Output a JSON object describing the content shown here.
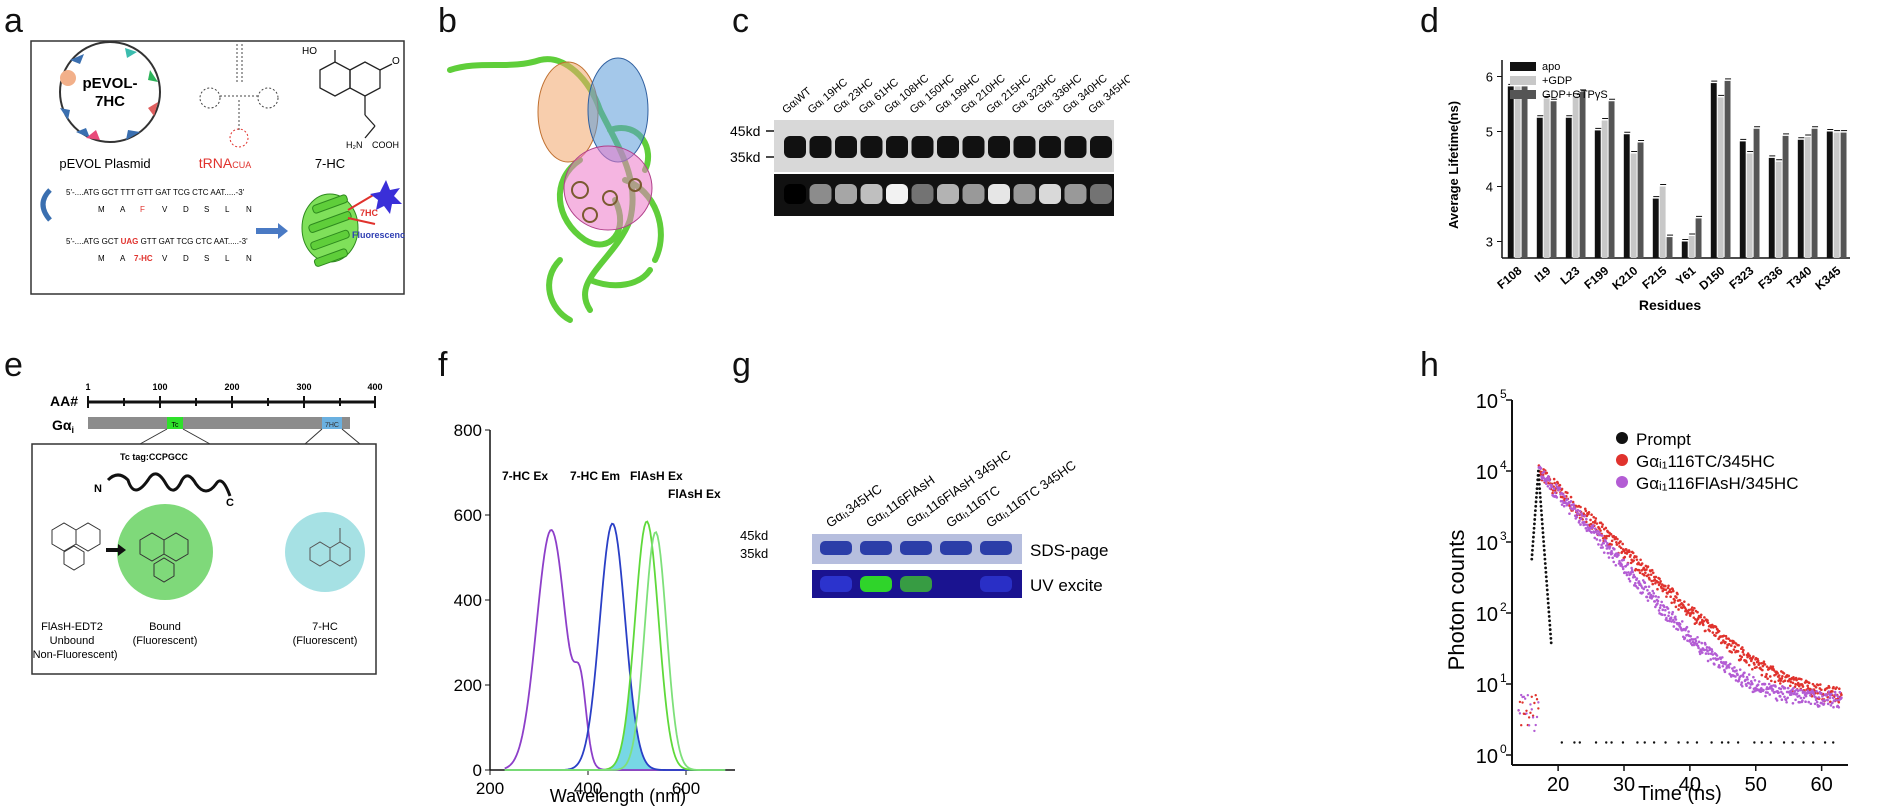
{
  "panels": {
    "a": {
      "label": "a",
      "plasmid_name": "pEVOL-\n7HC",
      "plasmid_caption": "pEVOL Plasmid",
      "trna_caption": "tRNA",
      "trna_subscript": "CUA",
      "molecule_caption": "7-HC",
      "seq1": "5'-....ATG GCT TTT GTT GAT TCG CTC AAT.....-3'",
      "aa1": [
        "M",
        "A",
        "F",
        "V",
        "D",
        "S",
        "L",
        "N"
      ],
      "seq2_prefix": "5'-....ATG GCT ",
      "seq2_uag": "UAG",
      "seq2_suffix": " GTT GAT TCG CTC AAT.....-3'",
      "aa2": [
        "M",
        "A",
        "7-HC",
        "V",
        "D",
        "S",
        "L",
        "N"
      ],
      "label_7hc": "7HC",
      "label_fluor": "Fluorescence",
      "colors": {
        "red": "#e0322d",
        "blue": "#2f3fb3",
        "protein": "#5fce3a"
      }
    },
    "b": {
      "label": "b"
    },
    "c": {
      "label": "c",
      "lanes": [
        "GαᵢWT",
        "Gαᵢ 19HC",
        "Gαᵢ 23HC",
        "Gαᵢ 61HC",
        "Gαᵢ 108HC",
        "Gαᵢ 150HC",
        "Gαᵢ 199HC",
        "Gαᵢ 210HC",
        "Gαᵢ 215HC",
        "Gαᵢ 323HC",
        "Gαᵢ 336HC",
        "Gαᵢ 340HC",
        "Gαᵢ 345HC"
      ],
      "markers": [
        "45kd",
        "35kd"
      ],
      "fluor_intensity": [
        0.0,
        0.55,
        0.65,
        0.75,
        0.95,
        0.45,
        0.7,
        0.6,
        0.9,
        0.6,
        0.85,
        0.6,
        0.45
      ]
    },
    "d": {
      "label": "d",
      "legend": [
        "apo",
        "+GDP",
        "GDP+GTPγS"
      ]
    },
    "e": {
      "label": "e",
      "ruler_label": "AA#",
      "ticks": [
        "1",
        "100",
        "200",
        "300",
        "400"
      ],
      "protein_label": "Gα",
      "protein_sub": "i",
      "tc_box": "Tc",
      "hc_box": "7HC",
      "tag_label": "Tc tag:CCPGCC",
      "n_label": "N",
      "c_label": "C",
      "caption_unbound": [
        "FlAsH-EDT2",
        "Unbound",
        ": Non-Fluorescent)"
      ],
      "caption_bound": [
        "Bound",
        "(Fluorescent)"
      ],
      "caption_7hc": [
        "7-HC",
        "(Fluorescent)"
      ]
    },
    "f": {
      "label": "f",
      "curve_labels": [
        "7-HC Ex",
        "7-HC Em",
        "FlAsH Ex",
        "FlAsH Ex"
      ]
    },
    "g": {
      "label": "g",
      "lanes": [
        "Gαᵢ₁345HC",
        "Gαᵢ₁116FlAsH",
        "Gαᵢ₁116FlAsH 345HC",
        "Gαᵢ₁116TC",
        "Gαᵢ₁116TC 345HC"
      ],
      "markers": [
        "45kd",
        "35kd"
      ],
      "row_labels": [
        "SDS-page",
        "UV  excite"
      ],
      "uv_colors": [
        "#2f3ad8",
        "#2fd42a",
        "#3fbf2f",
        "#22108f",
        "#2f3ad8"
      ],
      "uv_intensity": [
        0.85,
        1.0,
        0.8,
        0.0,
        0.75
      ]
    },
    "h": {
      "label": "h",
      "legend": [
        "Prompt",
        "Gαᵢ₁116TC/345HC",
        "Gαᵢ₁116FlAsH/345HC"
      ]
    }
  },
  "chart_data": [
    {
      "panel": "d",
      "type": "bar",
      "ylabel": "Average Lifetime(ns)",
      "xlabel": "Residues",
      "categories": [
        "F108",
        "I19",
        "L23",
        "F199",
        "K210",
        "F215",
        "Y61",
        "D150",
        "F323",
        "F336",
        "T340",
        "K345"
      ],
      "series": [
        {
          "name": "apo",
          "values": [
            5.82,
            5.25,
            5.25,
            5.02,
            4.95,
            3.78,
            3.0,
            5.88,
            4.82,
            4.52,
            4.85,
            5.0
          ],
          "color": "#111111"
        },
        {
          "name": "+GDP",
          "values": [
            5.82,
            5.6,
            5.65,
            5.2,
            4.6,
            4.0,
            3.1,
            5.62,
            4.6,
            4.45,
            4.9,
            4.98
          ],
          "color": "#c8c8c8"
        },
        {
          "name": "GDP+GTPγS",
          "values": [
            5.82,
            5.55,
            5.72,
            5.55,
            4.8,
            3.08,
            3.42,
            5.92,
            5.05,
            4.92,
            5.05,
            4.98
          ],
          "color": "#555555"
        }
      ],
      "yticks": [
        3,
        4,
        5,
        6
      ],
      "ylim": [
        2.7,
        6.3
      ]
    },
    {
      "panel": "f",
      "type": "line",
      "xlabel": "Wavelength (nm)",
      "xlim": [
        200,
        700
      ],
      "ylim": [
        0,
        800
      ],
      "xticks": [
        200,
        400,
        600
      ],
      "yticks": [
        0,
        200,
        400,
        600,
        800
      ],
      "series": [
        {
          "name": "7-HC Ex",
          "color": "#8d3fc9",
          "peak": 325,
          "height": 565,
          "width": 30
        },
        {
          "name": "7-HC Em",
          "color": "#2a3fc6",
          "peak": 450,
          "height": 580,
          "width": 26
        },
        {
          "name": "FlAsH Ex",
          "color": "#5fd93a",
          "peak": 520,
          "height": 585,
          "width": 24
        },
        {
          "name": "FlAsH Ex",
          "color": "#7ee07a",
          "peak": 538,
          "height": 560,
          "width": 22
        }
      ]
    },
    {
      "panel": "h",
      "type": "scatter",
      "xlabel": "Time (ns)",
      "ylabel": "Photon counts",
      "xlim": [
        13,
        64
      ],
      "ylim": [
        1,
        100000
      ],
      "yscale": "log",
      "xticks": [
        20,
        30,
        40,
        50,
        60
      ],
      "yticks": [
        "10^0",
        "10^1",
        "10^2",
        "10^3",
        "10^4",
        "10^5"
      ],
      "series": [
        {
          "name": "Prompt",
          "color": "#111111",
          "peak_time": 17,
          "peak": 10000,
          "tau": 0.35
        },
        {
          "name": "Gαᵢ₁116TC/345HC",
          "color": "#e0322d",
          "peak_time": 17,
          "peak": 10000,
          "tau": 5.0
        },
        {
          "name": "Gαᵢ₁116FlAsH/345HC",
          "color": "#b35cd4",
          "peak_time": 17,
          "peak": 10000,
          "tau": 4.2
        }
      ]
    }
  ]
}
